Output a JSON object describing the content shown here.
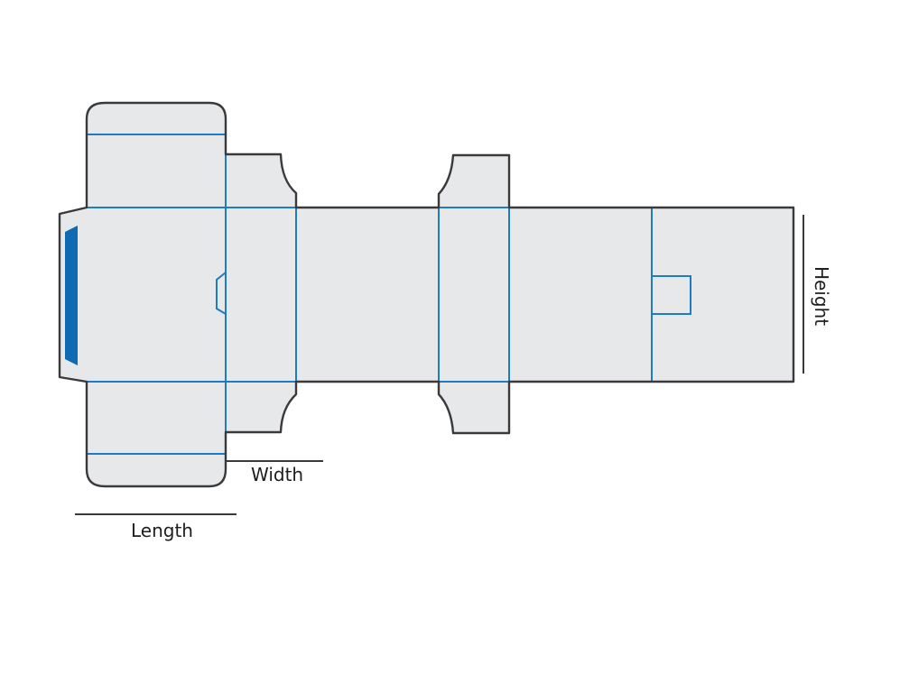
{
  "labels": {
    "length": "Length",
    "width": "Width",
    "height": "Height"
  },
  "colors": {
    "panel_fill": "#e7e8ea",
    "outline": "#3a3a3c",
    "fold_line": "#1f7bc4",
    "glue_strip": "#0f6ab4",
    "dimension_line": "#3a3a3c"
  }
}
